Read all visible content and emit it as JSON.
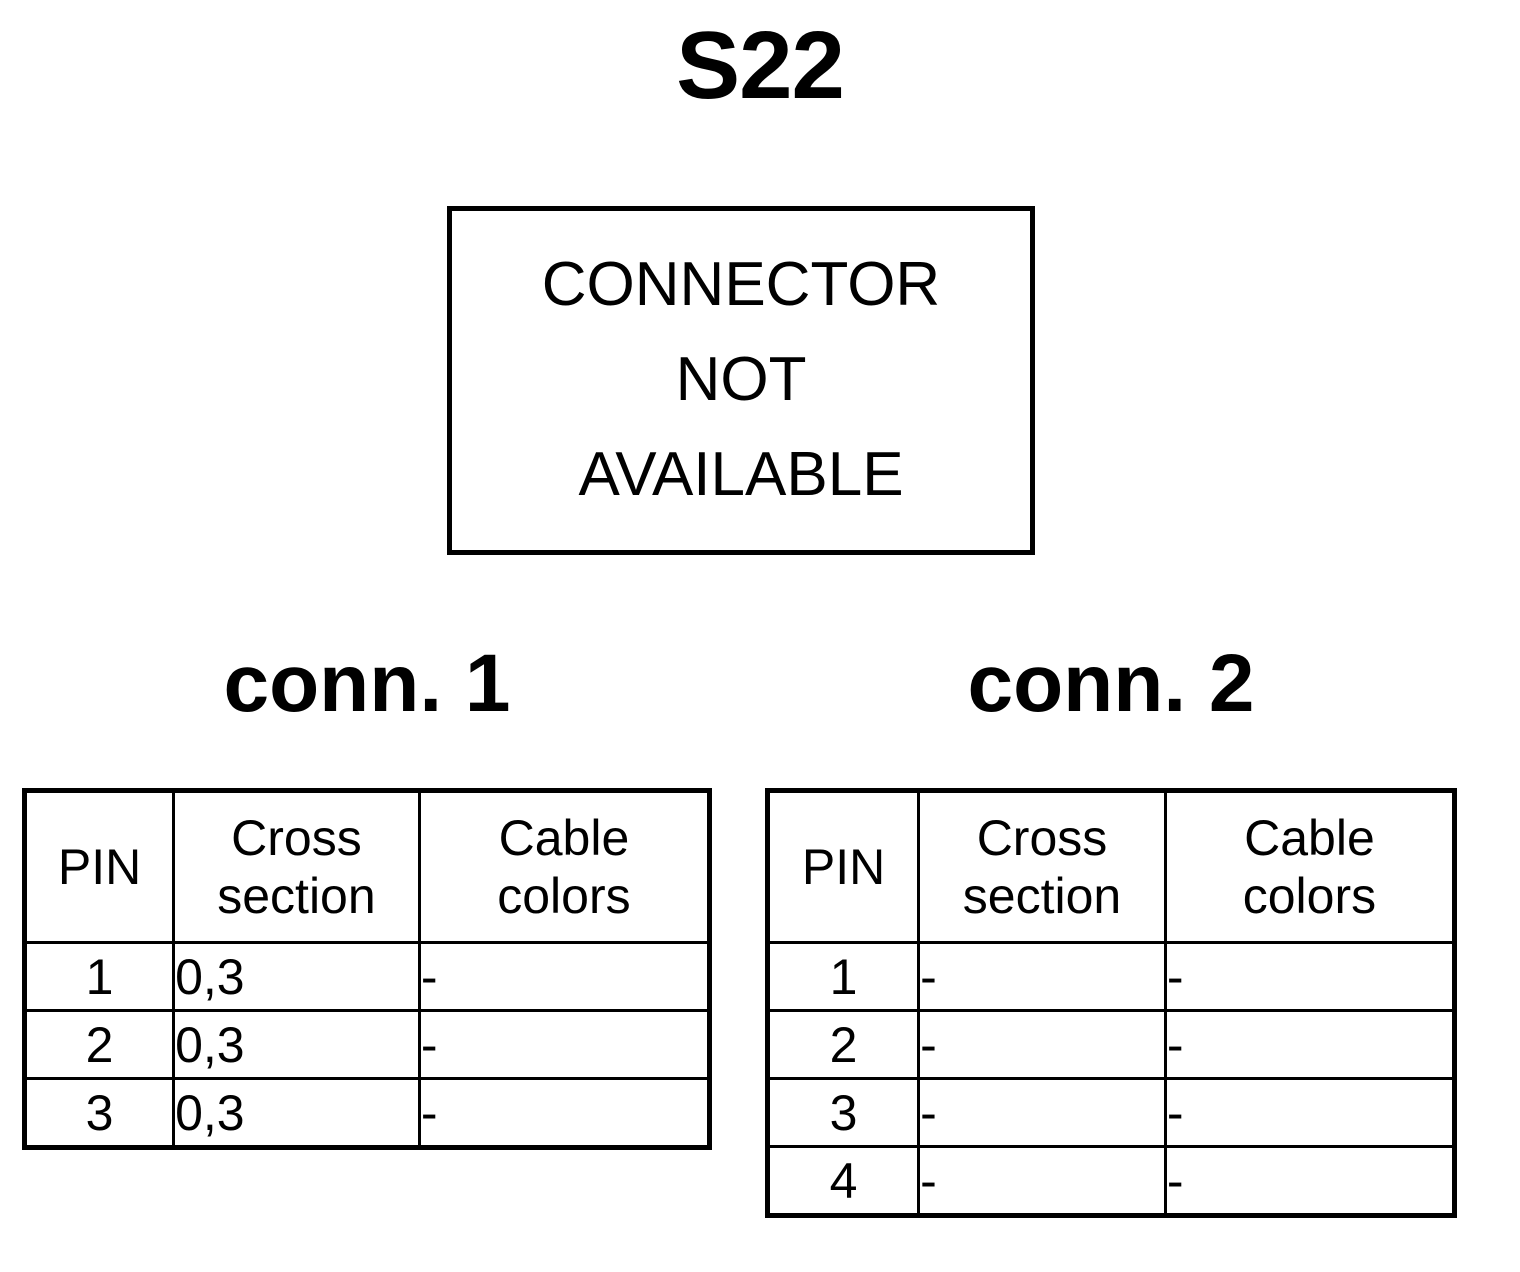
{
  "title": "S22",
  "connector_box": {
    "lines": [
      "CONNECTOR",
      "NOT",
      "AVAILABLE"
    ]
  },
  "connectors": [
    {
      "label": "conn. 1",
      "columns": [
        "PIN",
        "Cross section",
        "Cable colors"
      ],
      "column_lines": [
        [
          "PIN"
        ],
        [
          "Cross",
          "section"
        ],
        [
          "Cable",
          "colors"
        ]
      ],
      "rows": [
        {
          "pin": "1",
          "cross_section": "0,3",
          "cable_colors": "-"
        },
        {
          "pin": "2",
          "cross_section": "0,3",
          "cable_colors": "-"
        },
        {
          "pin": "3",
          "cross_section": "0,3",
          "cable_colors": "-"
        }
      ]
    },
    {
      "label": "conn. 2",
      "columns": [
        "PIN",
        "Cross section",
        "Cable colors"
      ],
      "column_lines": [
        [
          "PIN"
        ],
        [
          "Cross",
          "section"
        ],
        [
          "Cable",
          "colors"
        ]
      ],
      "rows": [
        {
          "pin": "1",
          "cross_section": "-",
          "cable_colors": "-"
        },
        {
          "pin": "2",
          "cross_section": "-",
          "cable_colors": "-"
        },
        {
          "pin": "3",
          "cross_section": "-",
          "cable_colors": "-"
        },
        {
          "pin": "4",
          "cross_section": "-",
          "cable_colors": "-"
        }
      ]
    }
  ],
  "colors": {
    "ink": "#000000",
    "paper": "#ffffff"
  }
}
